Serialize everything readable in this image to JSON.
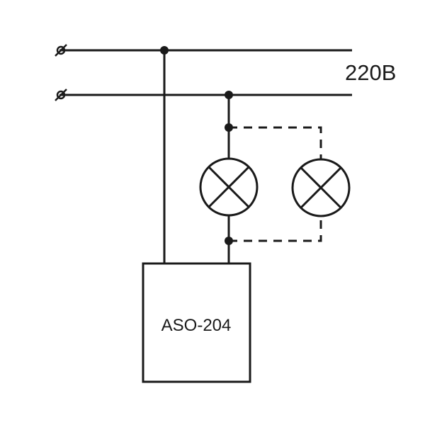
{
  "supply": {
    "voltage_label": "220В"
  },
  "controller": {
    "label": "ASO-204"
  },
  "lamps": [
    "lamp",
    "lamp"
  ],
  "colors": {
    "line": "#1a1a1a",
    "background": "#ffffff"
  }
}
